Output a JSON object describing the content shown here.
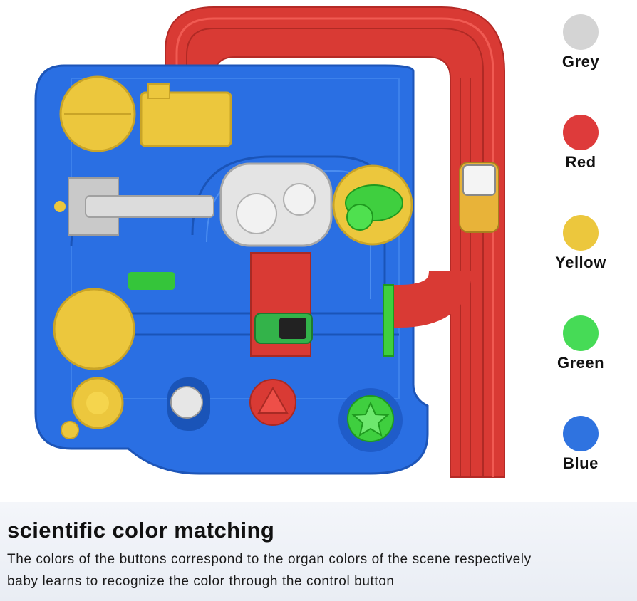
{
  "legend": {
    "items": [
      {
        "label": "Grey",
        "color": "#d4d4d4"
      },
      {
        "label": "Red",
        "color": "#de3b3b"
      },
      {
        "label": "Yellow",
        "color": "#ecc73d"
      },
      {
        "label": "Green",
        "color": "#46db56"
      },
      {
        "label": "Blue",
        "color": "#2f73e0"
      }
    ]
  },
  "caption": {
    "title": "scientific color matching",
    "line1": "The colors of the buttons correspond to the organ colors of the scene respectively",
    "line2": "baby learns to recognize the color through the control button"
  },
  "scene": {
    "icons": [
      "car-track-toy-illustration",
      "helicopter-icon",
      "robot-arm-icon",
      "toy-car-icon",
      "gear-knob-icon",
      "triangle-button-icon",
      "star-button-icon"
    ]
  }
}
